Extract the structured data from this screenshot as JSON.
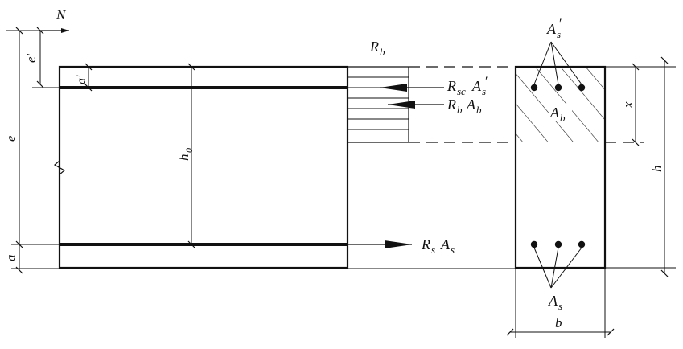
{
  "labels": {
    "N": "N",
    "e_prime": "e'",
    "e": "e",
    "a_prime": "a'",
    "a": "a",
    "h0": "h",
    "h0_sub": "0",
    "Rb": "R",
    "Rb_sub": "b",
    "Rsc_As": "R",
    "Rsc_sub": "sc",
    "Rsc_A": "A",
    "Rsc_A_sub": "s",
    "Rsc_prime": "′",
    "RbAb_R": "R",
    "RbAb_R_sub": "b",
    "RbAb_A": "A",
    "RbAb_A_sub": "b",
    "Rs": "R",
    "Rs_sub": "s",
    "As": "A",
    "As_sub": "s",
    "As_prime_top": "A",
    "As_prime_top_sub": "s",
    "As_prime_top_prime": "′",
    "Ab": "A",
    "Ab_sub": "b",
    "x": "x",
    "h": "h",
    "As_bottom": "A",
    "As_bottom_sub": "s",
    "b": "b"
  },
  "colors": {
    "line": "#111111",
    "background": "#ffffff"
  },
  "icons": [
    "arrow-right-icon",
    "arrow-left-icon"
  ]
}
